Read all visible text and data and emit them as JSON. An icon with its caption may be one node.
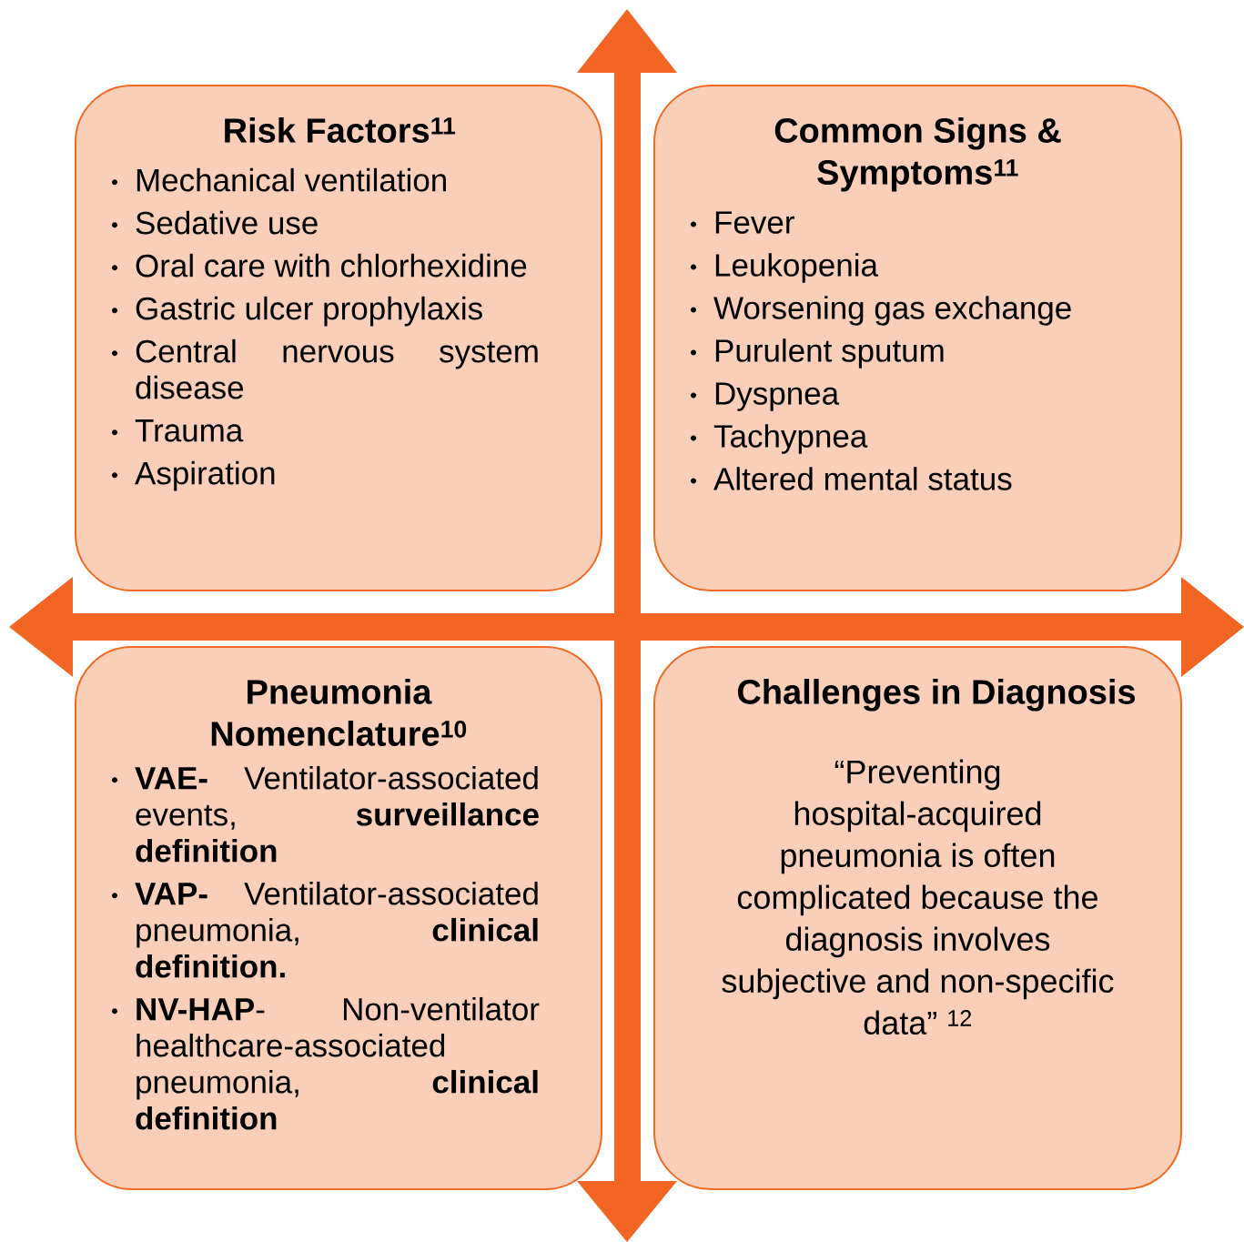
{
  "diagram": {
    "nodes": [
      {
        "text": [
          "Risk Factors$^{11}$",
          "Mechanical ventilation",
          "Sedative use",
          "Oral care with chlorhexidine",
          "Gastric ulcer prophylaxis",
          "Central nervous system disease",
          "Trauma",
          "Aspiration"
        ]
      },
      {
        "text": [
          "Common Signs & Symptoms$^{11}$",
          "Fever",
          "Leukopenia",
          "Worsening gas exchange",
          "Purulent sputum",
          "Dyspnea",
          "Tachypnea",
          "Altered mental status"
        ]
      },
      {
        "text": [
          "Pneumonia Nomenclature$^{10}$",
          "**VAE-** Ventilator-associated events, **surveillance definition**",
          "**VAP-** Ventilator-associated pneumonia, **clinical definition.**",
          "**NV-HAP**- Non-ventilator healthcare-associated pneumonia, **clinical definition**"
        ]
      },
      {
        "text": [
          "Challenges in Diagnosis",
          "“Preventing hospital-acquired pneumonia is often complicated because the diagnosis involves subjective and non-specific data” $^{12}$"
        ]
      }
    ]
  }
}
